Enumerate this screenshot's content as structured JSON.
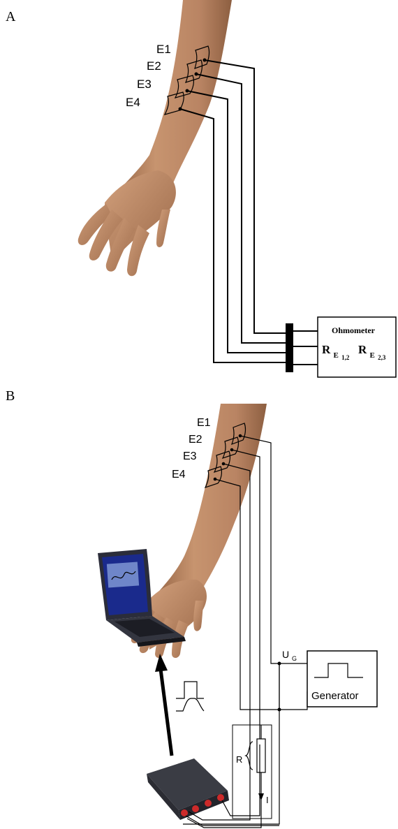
{
  "panel_a": {
    "label": "A",
    "electrodes": [
      "E1",
      "E2",
      "E3",
      "E4"
    ],
    "ohmmeter": {
      "title": "Ohmometer",
      "r_symbol": "R",
      "r12_sub": "E",
      "r12_idx": "1,2",
      "r23_sub": "E",
      "r23_idx": "2,3"
    }
  },
  "panel_b": {
    "label": "B",
    "electrodes": [
      "E1",
      "E2",
      "E3",
      "E4"
    ],
    "generator_label": "Generator",
    "voltage": "U",
    "voltage_sub": "G",
    "resistor_label": "R",
    "current_label": "I"
  },
  "colors": {
    "skin": "#c38f6c",
    "skin_dark": "#8a5a3c",
    "laptop_body": "#2b2d3a",
    "laptop_screen": "#1a2a8c",
    "daq_red": "#cc2a2a"
  }
}
